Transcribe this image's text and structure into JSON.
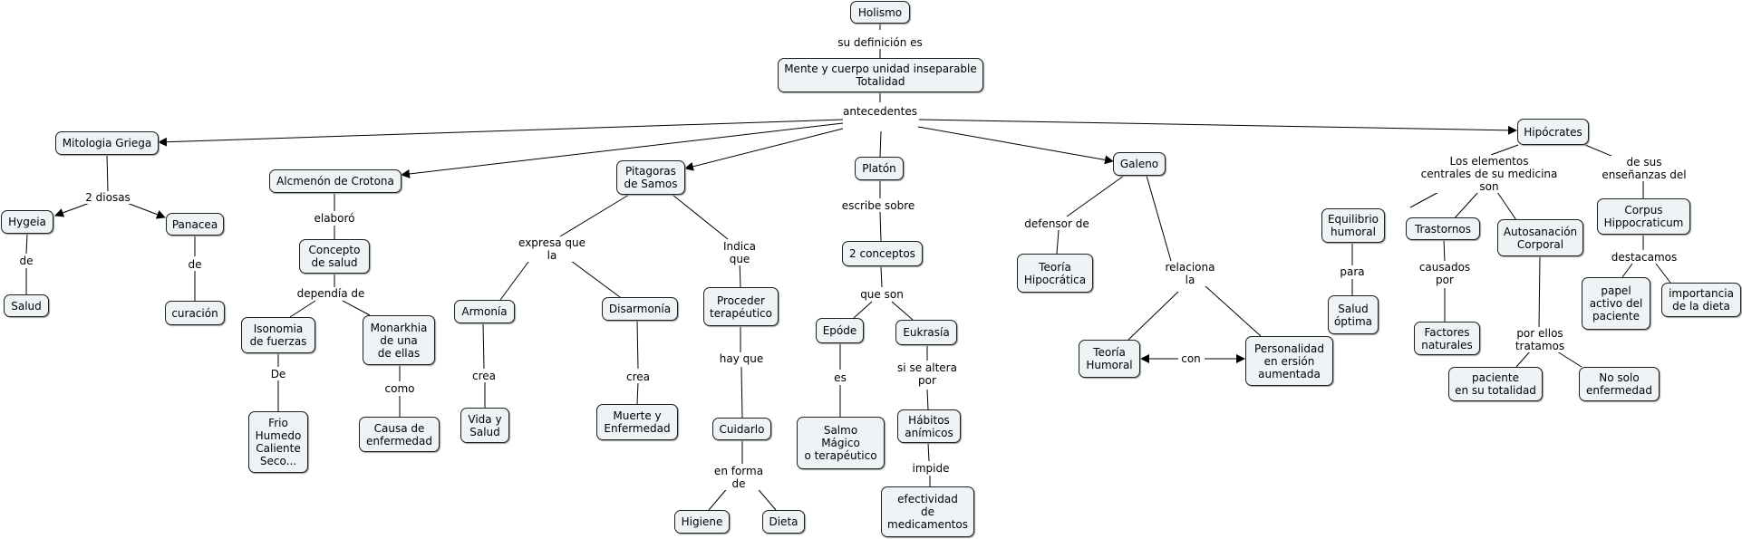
{
  "nodes": {
    "holismo": "Holismo",
    "mente": "Mente y cuerpo unidad inseparable\nTotalidad",
    "mitologia": "Mitologia Griega",
    "hygeia": "Hygeia",
    "salud": "Salud",
    "panacea": "Panacea",
    "curacion": "curación",
    "alcmenon": "Alcmenón de Crotona",
    "concepto": "Concepto\nde salud",
    "isonomia": "Isonomia\nde fuerzas",
    "frio": "Frio\nHumedo\nCaliente\nSeco...",
    "monarkhia": "Monarkhia\nde una\nde ellas",
    "causa": "Causa de\nenfermedad",
    "pitagoras": "Pitagoras\nde Samos",
    "armonia": "Armonía",
    "vida": "Vida y\nSalud",
    "disarmonia": "Disarmonía",
    "muerte": "Muerte y\nEnfermedad",
    "proceder": "Proceder\nterapéutico",
    "cuidarlo": "Cuidarlo",
    "higiene": "Higiene",
    "dieta": "Dieta",
    "platon": "Platón",
    "dosconceptos": "2 conceptos",
    "epode": "Epóde",
    "salmo": "Salmo\nMágico\no terapéutico",
    "eukrasia": "Eukrasía",
    "habitos": "Hábitos\nanímicos",
    "efectividad": "efectividad\nde\nmedicamentos",
    "galeno": "Galeno",
    "teoriahipo": "Teoría\nHipocrática",
    "teoriahumoral": "Teoría\nHumoral",
    "personalidad": "Personalidad\nen ersión\naumentada",
    "hipocrates": "Hipócrates",
    "equilibrio": "Equilibrio\nhumoral",
    "saludoptima": "Salud\nóptima",
    "trastornos": "Trastornos",
    "factores": "Factores\nnaturales",
    "autosanacion": "Autosanación\nCorporal",
    "paciente": "paciente\nen su totalidad",
    "nosolo": "No solo\nenfermedad",
    "corpus": "Corpus\nHippocraticum",
    "papel": "papel\nactivo del\npaciente",
    "importancia": "importancia\nde la dieta"
  },
  "links": {
    "sudefinicion": "su definición es",
    "antecedentes": "antecedentes",
    "dosdiosas": "2 diosas",
    "de1": "de",
    "de2": "de",
    "elaboro": "elaboró",
    "dependiade": "dependía de",
    "De": "De",
    "como": "como",
    "expresaque": "expresa que\nla",
    "crea1": "crea",
    "crea2": "crea",
    "indicaque": "Indica\nque",
    "hayque": "hay que",
    "enformade": "en forma\nde",
    "escribesobre": "escribe sobre",
    "queson": "que son",
    "es": "es",
    "sisealtera": "si se altera\npor",
    "impide": "impide",
    "defensorde": "defensor de",
    "relaciona": "relaciona\nla",
    "con": "con",
    "loselementos": "Los elementos\ncentrales de su medicina\nson",
    "para": "para",
    "causadospor": "causados\npor",
    "porellos": "por ellos\ntratamos",
    "desus": "de sus\nenseñanzas del",
    "destacamos": "destacamos"
  }
}
